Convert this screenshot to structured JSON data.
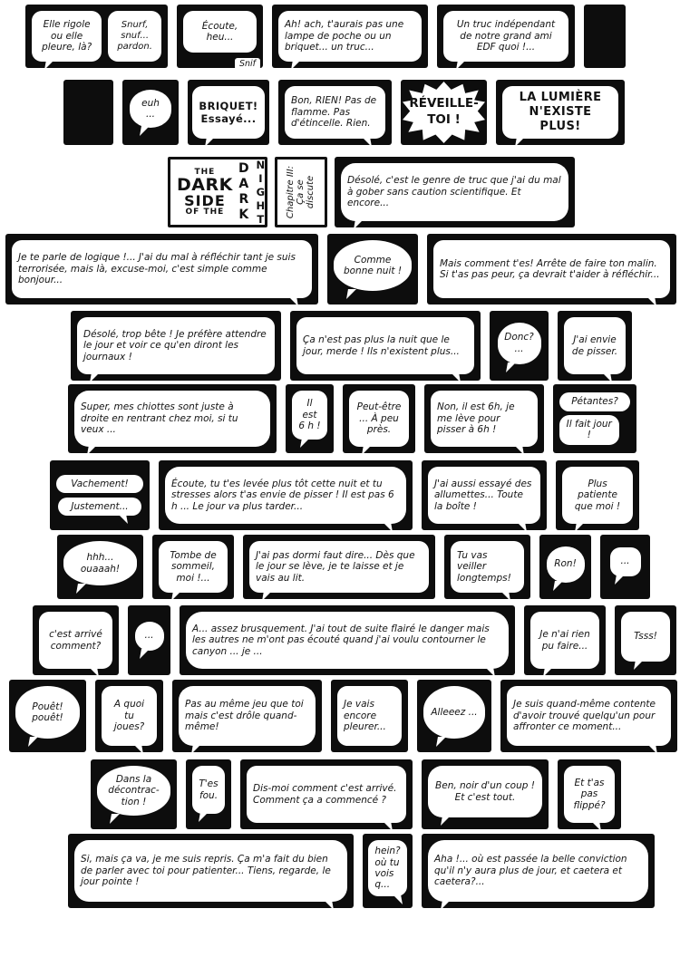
{
  "title": {
    "l1": "THE",
    "l2": "DARK",
    "l3": "SIDE",
    "l4": "OF THE",
    "v1": "DARK",
    "v2": "NIGHT"
  },
  "chapter": "Chapitre III:\nÇa se\ndiscute",
  "rows": {
    "r1": {
      "p1": {
        "b1": "Elle rigole ou elle pleure, là?",
        "b2": "Snurf, snuf... pardon."
      },
      "p2": {
        "b1": "Écoute, heu...",
        "b2": "Snif"
      },
      "p3": {
        "b1": "Ah! ach, t'aurais pas une lampe de poche ou un briquet... un truc..."
      },
      "p4": {
        "b1": "Un truc indépendant de notre grand ami EDF quoi !..."
      }
    },
    "r2": {
      "p2": {
        "b1": "euh ..."
      },
      "p3": {
        "b1": "BRIQUET! Essayé..."
      },
      "p4": {
        "b1": "Bon, RIEN! Pas de flamme. Pas d'étincelle. Rien."
      },
      "p5": {
        "b1": "RÉVEILLE- TOI !"
      },
      "p6": {
        "b1": "LA LUMIÈRE N'EXISTE PLUS!"
      }
    },
    "r3": {
      "p3": {
        "b1": "Désolé, c'est le genre de truc que j'ai du mal à gober sans caution scientifique. Et encore..."
      }
    },
    "r4": {
      "p1": {
        "b1": "Je te parle de logique !... J'ai du mal à réfléchir tant je suis terrorisée, mais là, excuse-moi, c'est simple comme bonjour..."
      },
      "p2": {
        "b1": "Comme bonne nuit !"
      },
      "p3": {
        "b1": "Mais comment t'es! Arrête de faire ton malin. Si t'as pas peur, ça devrait t'aider à réfléchir..."
      }
    },
    "r5": {
      "p1": {
        "b1": "Désolé, trop bête ! Je préfère attendre le jour et voir ce qu'en diront les journaux !"
      },
      "p2": {
        "b1": "Ça n'est pas plus la nuit que le jour, merde ! Ils n'existent plus..."
      },
      "p3": {
        "b1": "Donc? ..."
      },
      "p4": {
        "b1": "J'ai envie de pisser."
      }
    },
    "r6": {
      "p1": {
        "b1": "Super, mes chiottes sont juste à droite en rentrant chez moi, si tu veux ..."
      },
      "p2": {
        "b1": "Il est 6 h !"
      },
      "p3": {
        "b1": "Peut-être ... À peu près."
      },
      "p4": {
        "b1": "Non, il est 6h, je me lève pour pisser à 6h !"
      },
      "p5": {
        "b1": "Pétantes?",
        "b2": "Il fait jour !"
      }
    },
    "r7": {
      "p1": {
        "b1": "Vachement!",
        "b2": "Justement..."
      },
      "p2": {
        "b1": "Écoute, tu t'es levée plus tôt cette nuit et tu stresses alors t'as envie de pisser ! Il est pas 6 h ... Le jour va plus tarder..."
      },
      "p3": {
        "b1": "J'ai aussi essayé des allumettes... Toute la boîte !"
      },
      "p4": {
        "b1": "Plus patiente que moi !"
      }
    },
    "r8": {
      "p1": {
        "b1": "hhh... ouaaah!"
      },
      "p2": {
        "b1": "Tombe de sommeil, moi !..."
      },
      "p3": {
        "b1": "J'ai pas dormi faut dire... Dès que le jour se lève, je te laisse et je vais au lit."
      },
      "p4": {
        "b1": "Tu vas veiller longtemps!"
      },
      "p5": {
        "b1": "Ron!"
      },
      "p6": {
        "b1": "..."
      }
    },
    "r9": {
      "p1": {
        "b1": "c'est arrivé comment?"
      },
      "p2": {
        "b1": "..."
      },
      "p3": {
        "b1": "A... assez brusquement. J'ai tout de suite flairé le danger mais les autres ne m'ont pas écouté quand j'ai voulu contourner le canyon ... je ..."
      },
      "p4": {
        "b1": "Je n'ai rien pu faire..."
      },
      "p5": {
        "b1": "Tsss!"
      }
    },
    "r10": {
      "p1": {
        "b1": "Pouêt! pouêt!"
      },
      "p2": {
        "b1": "A quoi tu joues?"
      },
      "p3": {
        "b1": "Pas au même jeu que toi mais c'est drôle quand-même!"
      },
      "p4": {
        "b1": "Je vais encore pleurer..."
      },
      "p5": {
        "b1": "Alleeez ..."
      },
      "p6": {
        "b1": "Je suis quand-même contente d'avoir trouvé quelqu'un pour affronter ce moment..."
      }
    },
    "r11": {
      "p1": {
        "b1": "Dans la décontrac- tion !"
      },
      "p2": {
        "b1": "T'es fou."
      },
      "p3": {
        "b1": "Dis-moi comment c'est arrivé. Comment ça a commencé ?"
      },
      "p4": {
        "b1": "Ben, noir d'un coup ! Et c'est tout."
      },
      "p5": {
        "b1": "Et t'as pas flippé?"
      }
    },
    "r12": {
      "p1": {
        "b1": "Si, mais ça va, je me suis repris. Ça m'a fait du bien de parler avec toi pour patienter... Tiens, regarde, le jour pointe !"
      },
      "p2": {
        "b1": "hein? où tu vois q..."
      },
      "p3": {
        "b1": "Aha !... où est passée la belle conviction qu'il n'y aura plus de jour, et caetera et caetera?..."
      }
    }
  },
  "colors": {
    "ink": "#0d0d0d",
    "paper": "#ffffff"
  }
}
